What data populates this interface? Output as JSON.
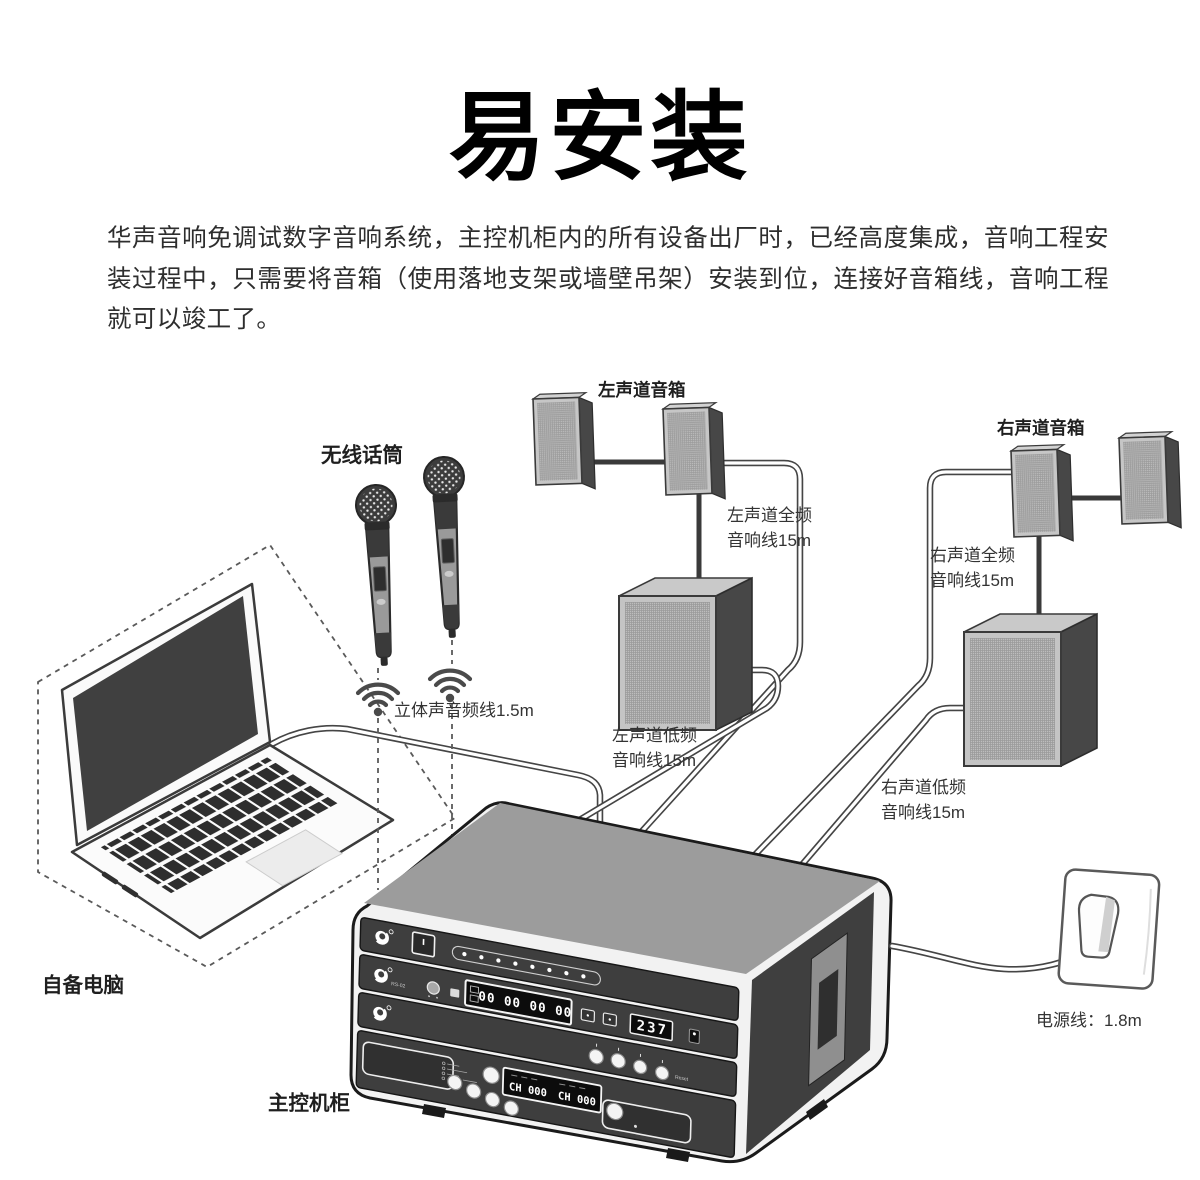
{
  "title": "易安装",
  "intro": "华声音响免调试数字音响系统，主控机柜内的所有设备出厂时，已经高度集成，音响工程安装过程中，只需要将音箱（使用落地支架或墙壁吊架）安装到位，连接好音箱线，音响工程就可以竣工了。",
  "labels": {
    "left_speakers": "左声道音箱",
    "right_speakers": "右声道音箱",
    "wireless_mics": "无线话筒",
    "computer": "自备电脑",
    "cabinet": "主控机柜",
    "stereo_cable": "立体声音频线1.5m",
    "power_cable": "电源线：1.8m",
    "left_full": [
      "左声道全频",
      "音响线15m"
    ],
    "left_low": [
      "左声道低频",
      "音响线15m"
    ],
    "right_full": [
      "右声道全频",
      "音响线15m"
    ],
    "right_low": [
      "右声道低频",
      "音响线15m"
    ]
  },
  "cabinet_panel": {
    "model": "RS-02",
    "display_time": "00 00 00 00",
    "display_voltage": "237",
    "display_ch_left": "CH 000",
    "display_ch_right": "CH 000",
    "reset_label": "Reset"
  },
  "icons": {
    "wireless": "wifi-arcs",
    "brand": "swirl-logo"
  },
  "colors": {
    "ink": "#1b1b1b",
    "panel_dark": "#3e3e3e",
    "cabinet_top": "#9c9c9c",
    "grille": "#bdbdbd",
    "background": "#ffffff"
  }
}
